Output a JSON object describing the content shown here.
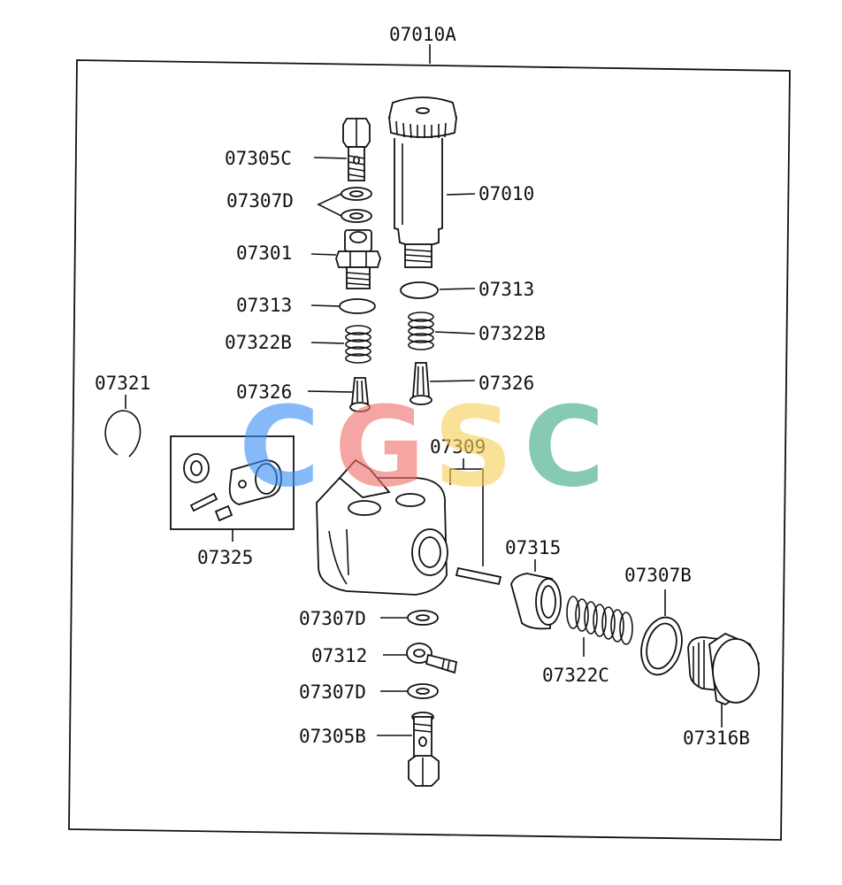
{
  "title_code": "07010A",
  "watermark": {
    "letters": [
      {
        "char": "C",
        "color": "#3d8ff5"
      },
      {
        "char": "G",
        "color": "#f0706a"
      },
      {
        "char": "S",
        "color": "#f7d05a"
      },
      {
        "char": "C",
        "color": "#3bab82"
      }
    ]
  },
  "labels": {
    "l07305C": "07305C",
    "l07307D_top": "07307D",
    "l07301": "07301",
    "l07313_left": "07313",
    "l07322B_left": "07322B",
    "l07326_left": "07326",
    "l07010": "07010",
    "l07313_right": "07313",
    "l07322B_right": "07322B",
    "l07326_right": "07326",
    "l07321": "07321",
    "l07325": "07325",
    "l07309": "07309",
    "l07315": "07315",
    "l07307B": "07307B",
    "l07322C": "07322C",
    "l07316B": "07316B",
    "l07307D_mid": "07307D",
    "l07312": "07312",
    "l07307D_low": "07307D",
    "l07305B": "07305B"
  }
}
